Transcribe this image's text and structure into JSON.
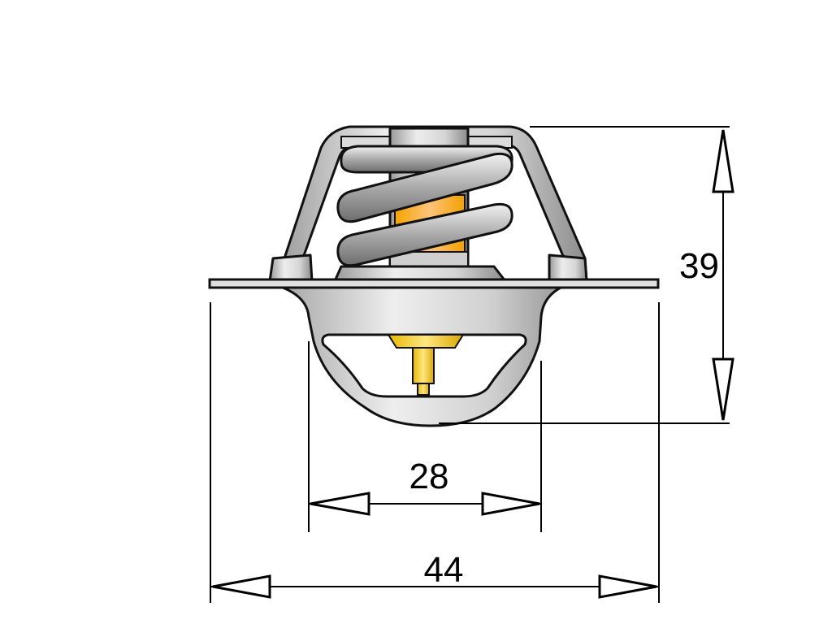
{
  "dimensions": {
    "height_label": "39",
    "inner_width_label": "28",
    "outer_width_label": "44"
  },
  "colors": {
    "metal_light": "#e6e6e6",
    "metal_mid": "#c4c4c4",
    "metal_dark": "#8a8a8a",
    "wax_element_light": "#ffb347",
    "wax_element_dark": "#f0b400",
    "outline": "#111111"
  }
}
